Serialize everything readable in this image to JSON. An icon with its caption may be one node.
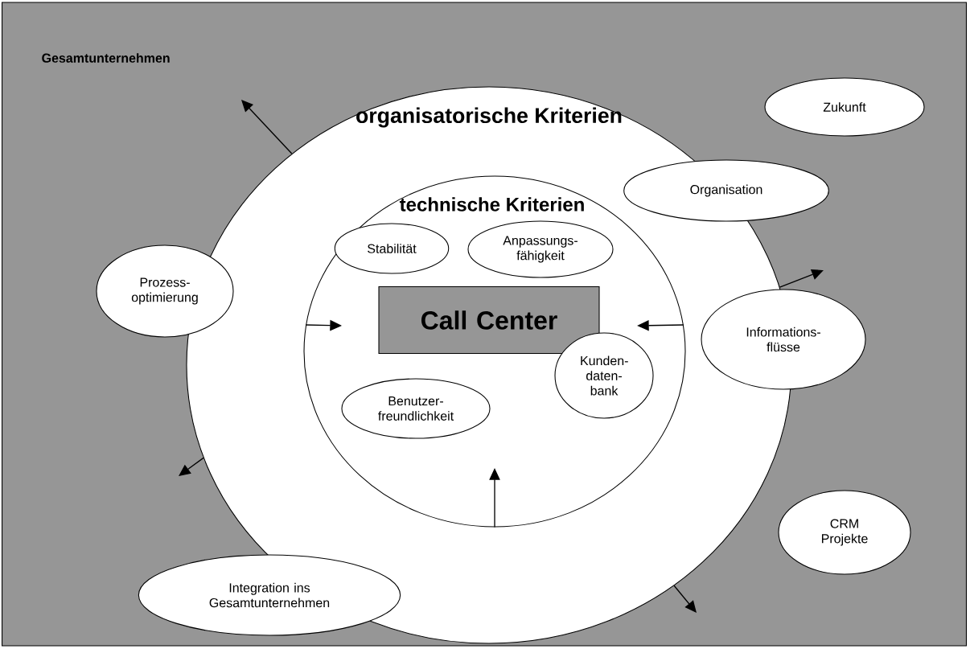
{
  "diagram": {
    "nodes": [
      {
        "text": [
          "Gesamtunternehmen"
        ]
      },
      {
        "text": [
          "organisatorische Kriterien"
        ],
        "in": 0
      },
      {
        "text": [
          "technische Kriterien"
        ],
        "in": 1
      },
      {
        "text": [
          "Stabilität"
        ],
        "in": 2
      },
      {
        "text": [
          "Anpassungs- fähigkeit"
        ],
        "in": 2
      },
      {
        "text": [
          "Call Center"
        ],
        "in": 2
      },
      {
        "text": [
          "Kunden- daten- bank"
        ],
        "in": 2
      },
      {
        "text": [
          "Benutzer- freundlichkeit"
        ],
        "in": 2
      },
      {
        "text": [
          "Zukunft"
        ],
        "in": 0
      },
      {
        "text": [
          "Organisation"
        ],
        "in": 0
      },
      {
        "text": [
          "Prozess- optimierung"
        ],
        "in": 0
      },
      {
        "text": [
          "Informations- flüsse"
        ],
        "in": 0
      },
      {
        "text": [
          "CRM Projekte"
        ],
        "in": 0
      },
      {
        "text": [
          "Integration ins Gesamtunternehmen"
        ],
        "in": 0
      }
    ],
    "edges": [
      {
        "from": 1,
        "to": null,
        "arrow": "to"
      },
      {
        "from": 1,
        "to": null,
        "arrow": "to"
      },
      {
        "from": 1,
        "to": null,
        "arrow": "to"
      },
      {
        "from": 1,
        "to": null,
        "arrow": "to"
      },
      {
        "from": 2,
        "to": null,
        "arrow": "to"
      },
      {
        "from": 2,
        "to": null,
        "arrow": "to"
      },
      {
        "from": 2,
        "to": null,
        "arrow": "to"
      }
    ]
  }
}
